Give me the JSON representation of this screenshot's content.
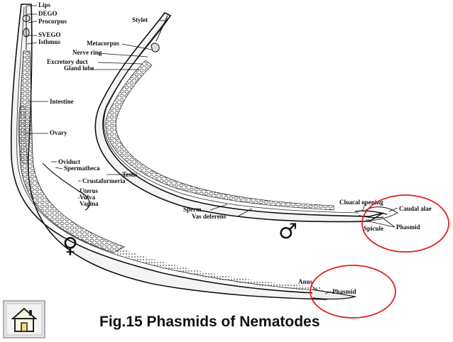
{
  "caption": "Fig.15 Phasmids of Nematodes",
  "female": {
    "symbol": "♀",
    "labels": {
      "lips": "Lips",
      "dego": "DEGO",
      "procorpus": "Procorpus",
      "svego": "SVEGO",
      "isthmus": "Isthmus",
      "intestine": "Intestine",
      "ovary": "Ovary",
      "oviduct": "Oviduct",
      "spermatheca": "Spermatheca",
      "crustaformeria": "Crustaformeria",
      "uterus": "Uterus",
      "vulva": "Vulva",
      "vagina": "Vagina",
      "anus": "Anus",
      "phasmid": "Phasmid"
    }
  },
  "male": {
    "symbol": "♂",
    "labels": {
      "stylet": "Stylet",
      "metacorpus": "Metacorpus",
      "nerve_ring": "Nerve ring",
      "excretory_duct": "Excretory duct",
      "gland_lobe": "Gland lobe",
      "testis": "Testis",
      "sperm": "Sperm",
      "vas_deferens": "Vas deferens",
      "cloacal_opening": "Cloacal opening",
      "caudal_alae": "Caudal alae",
      "spicule": "Spicule",
      "phasmid": "Phasmid"
    }
  },
  "highlight_color": "#e02020",
  "home_button": {
    "icon": "home-icon"
  }
}
